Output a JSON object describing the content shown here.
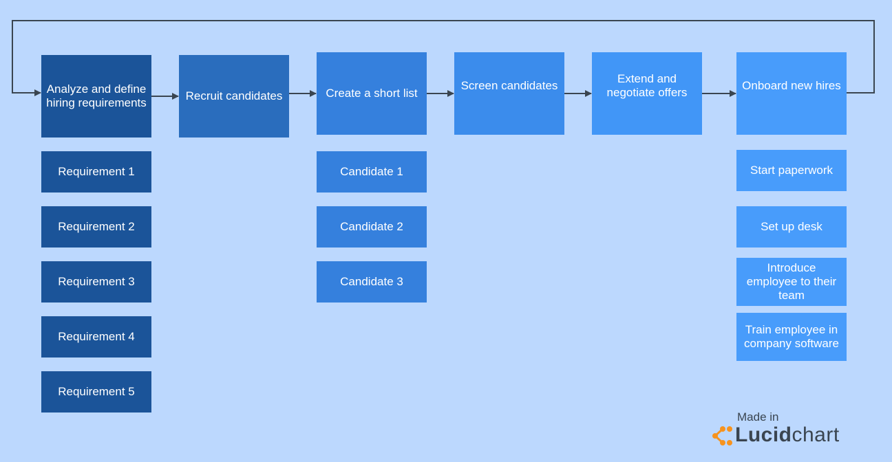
{
  "steps": [
    {
      "label": "Analyze and define hiring requirements",
      "color": "#1b5499"
    },
    {
      "label": "Recruit candidates",
      "color": "#2a6dbd"
    },
    {
      "label": "Create a short list",
      "color": "#3580dd"
    },
    {
      "label": "Screen candidates",
      "color": "#3b8cec"
    },
    {
      "label": "Extend and negotiate offers",
      "color": "#4196f7"
    },
    {
      "label": "Onboard new hires",
      "color": "#489cfb"
    }
  ],
  "requirements": [
    "Requirement 1",
    "Requirement 2",
    "Requirement 3",
    "Requirement 4",
    "Requirement 5"
  ],
  "candidates": [
    "Candidate 1",
    "Candidate 2",
    "Candidate 3"
  ],
  "onboarding": [
    "Start paperwork",
    "Set up desk",
    "Introduce employee to their team",
    "Train employee in company software"
  ],
  "watermark": {
    "made_in": "Made in",
    "brand_bold": "Lucid",
    "brand_rest": "chart",
    "accent": "#f7931e"
  }
}
